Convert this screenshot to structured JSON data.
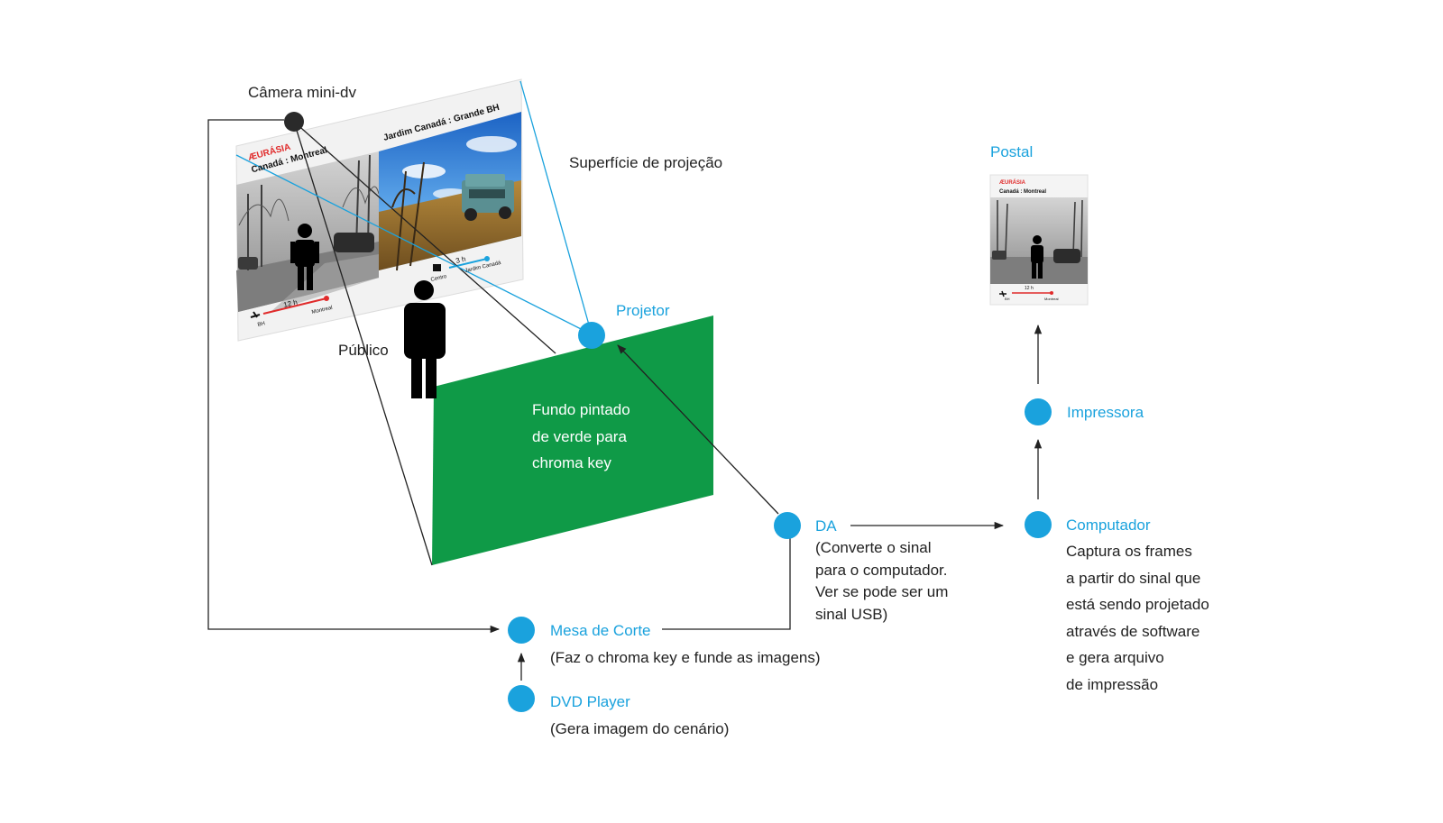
{
  "labels": {
    "camera": "Câmera mini-dv",
    "surface": "Superfície de projeção",
    "projector": "Projetor",
    "audience": "Público",
    "postal": "Postal",
    "printer": "Impressora",
    "computer": "Computador",
    "da": "DA",
    "mixer": "Mesa de Corte",
    "dvd": "DVD Player"
  },
  "green_screen_lines": [
    "Fundo pintado",
    "de verde para",
    "chroma key"
  ],
  "da_desc_lines": [
    "(Converte o sinal",
    "para o computador.",
    "Ver se pode ser um",
    "sinal USB)"
  ],
  "computer_desc_lines": [
    "Captura os frames",
    "a partir do sinal que",
    "está sendo projetado",
    "através de software",
    "e gera arquivo",
    "de impressão"
  ],
  "mixer_desc": "(Faz o chroma key e funde as imagens)",
  "dvd_desc": "(Gera imagem do cenário)",
  "projection_image": {
    "brand": "ÆURÁSIA",
    "left_route": "Canadá : Montreal",
    "right_route": "Jardim Canadá : Grande BH",
    "left_duration": "12 h",
    "left_from": "BH",
    "left_to": "Montreal",
    "right_duration": "3 h",
    "right_from": "Centro",
    "right_to": "Jardim Canadá"
  },
  "postcard": {
    "brand": "ÆURÁSIA",
    "route": "Canadá : Montreal",
    "duration": "12 h",
    "from": "BH",
    "to": "Montreal"
  },
  "colors": {
    "node_blue": "#1aa2dd",
    "green_screen": "#0f9a47",
    "camera_dot": "#2a2a2a",
    "red_route": "#e02b2b"
  }
}
